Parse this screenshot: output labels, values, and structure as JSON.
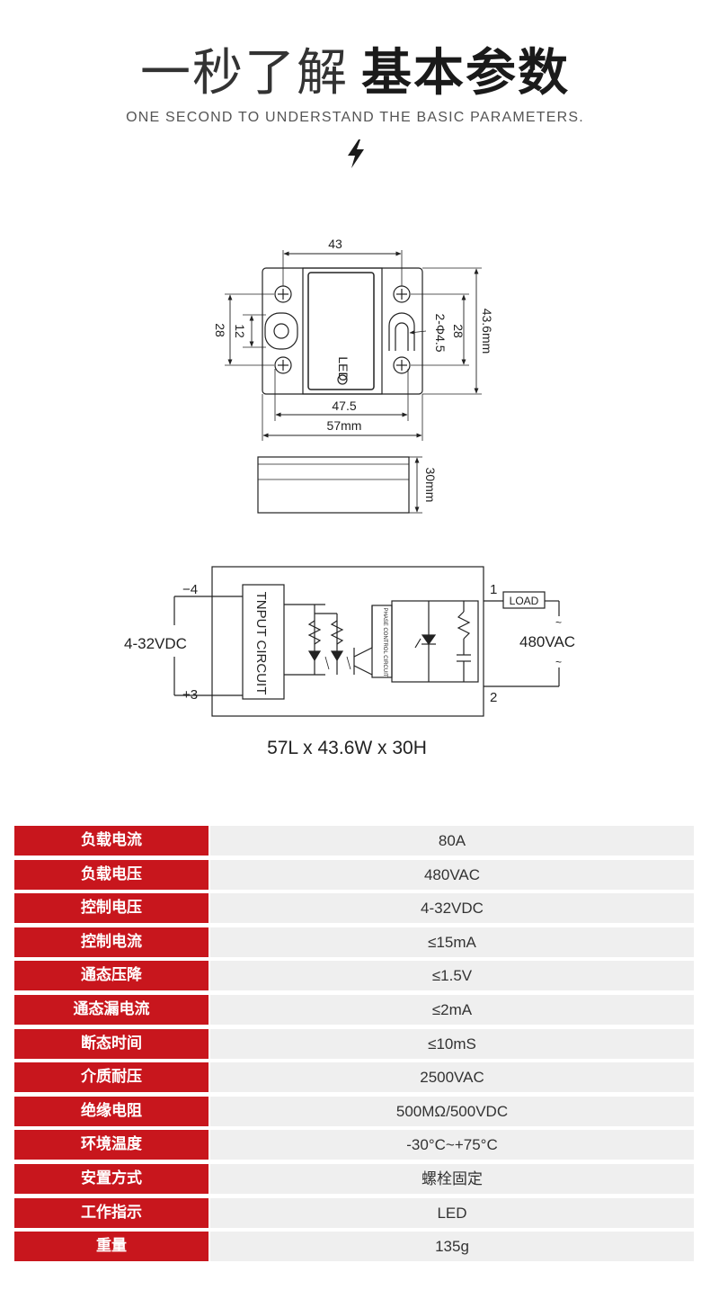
{
  "header": {
    "title_light": "一秒了解",
    "title_bold": "基本参数",
    "subtitle": "ONE SECOND TO UNDERSTAND THE BASIC PARAMETERS."
  },
  "diagram": {
    "top_view": {
      "dim_width_inner": "43",
      "dim_left_outer": "28",
      "dim_left_inner": "12",
      "dim_hole": "2-Φ4.5",
      "dim_right_inner": "28",
      "dim_right_outer": "43.6mm",
      "led_label": "LED",
      "dim_hole_spacing": "47.5",
      "dim_total_length": "57mm"
    },
    "side_view": {
      "dim_height": "30mm"
    },
    "circuit": {
      "pin_minus": "−4",
      "pin_plus": "+3",
      "pin_1": "1",
      "pin_2": "2",
      "input_voltage": "4-32VDC",
      "input_block": "TNPUT CIRCUIT",
      "phase_block": "PHASE CONTROL CIRCUIT",
      "load": "LOAD",
      "output_voltage": "480VAC",
      "tilde_top": "~",
      "tilde_bottom": "~"
    },
    "size_caption": "57L x 43.6W x 30H"
  },
  "parameters": [
    {
      "label": "负载电流",
      "value": "80A"
    },
    {
      "label": "负载电压",
      "value": "480VAC"
    },
    {
      "label": "控制电压",
      "value": "4-32VDC"
    },
    {
      "label": "控制电流",
      "value": "≤15mA"
    },
    {
      "label": "通态压降",
      "value": "≤1.5V"
    },
    {
      "label": "通态漏电流",
      "value": "≤2mA"
    },
    {
      "label": "断态时间",
      "value": "≤10mS"
    },
    {
      "label": "介质耐压",
      "value": "2500VAC"
    },
    {
      "label": "绝缘电阻",
      "value": "500MΩ/500VDC"
    },
    {
      "label": "环境温度",
      "value": "-30°C~+75°C"
    },
    {
      "label": "安置方式",
      "value": "螺栓固定"
    },
    {
      "label": "工作指示",
      "value": "LED"
    },
    {
      "label": "重量",
      "value": "135g"
    }
  ],
  "colors": {
    "accent": "#c8161d",
    "row_bg": "#efefef"
  },
  "icons": {
    "header_icon": "lightning-bolt-icon"
  }
}
